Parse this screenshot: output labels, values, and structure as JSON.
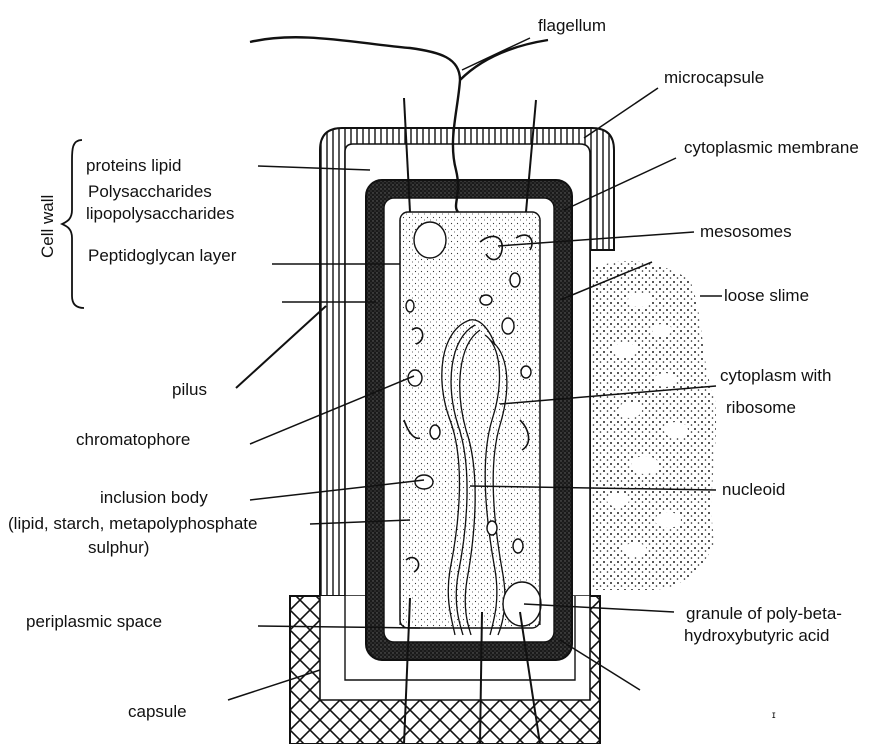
{
  "cell_wall_label": "Cell wall",
  "labels": {
    "flagellum": "flagellum",
    "microcapsule": "microcapsule",
    "cytoplasmic_membrane": "cytoplasmic membrane",
    "proteins_lipid": "proteins lipid",
    "polysaccharides": "Polysaccharides",
    "lipopolysaccharides": "lipopolysaccharides",
    "peptidoglycan_layer": "Peptidoglycan layer",
    "mesosomes": "mesosomes",
    "loose_slime": "loose slime",
    "pilus": "pilus",
    "cytoplasm_with": "cytoplasm with",
    "ribosome": "ribosome",
    "chromatophore": "chromatophore",
    "inclusion_body": "inclusion body",
    "inclusion_detail_1": "(lipid, starch, metapolyphosphate",
    "inclusion_detail_2": "sulphur)",
    "nucleoid": "nucleoid",
    "periplasmic_space": "periplasmic space",
    "granule_1": "granule of poly-beta-",
    "granule_2": "hydroxybutyric acid",
    "capsule": "capsule",
    "stray_mark": "ɪ"
  },
  "colors": {
    "ink": "#111111",
    "paper": "#ffffff"
  }
}
